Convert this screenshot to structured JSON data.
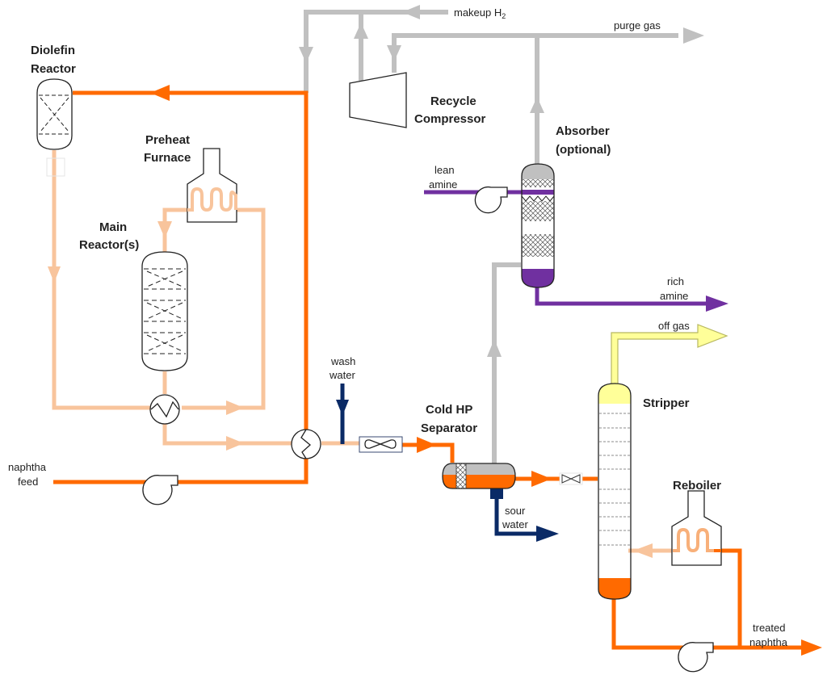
{
  "diagram": {
    "colors": {
      "hot_naphtha": "#ff6a00",
      "light_naphtha": "#f8c49c",
      "hydrogen_gas": "#c0c0c0",
      "amine": "#7030a0",
      "water": "#0a2a66",
      "off_gas": "#ffff99",
      "off_gas_outline": "#c8c870"
    },
    "equipment": {
      "diolefin_reactor": [
        "Diolefin",
        "Reactor"
      ],
      "preheat_furnace": [
        "Preheat",
        "Furnace"
      ],
      "main_reactor": [
        "Main",
        "Reactor(s)"
      ],
      "recycle_compressor": [
        "Recycle",
        "Compressor"
      ],
      "absorber": [
        "Absorber",
        "(optional)"
      ],
      "cold_hp_separator": [
        "Cold HP",
        "Separator"
      ],
      "stripper": "Stripper",
      "reboiler": "Reboiler"
    },
    "streams": {
      "makeup_h2": "makeup H",
      "makeup_h2_sub": "2",
      "purge_gas": "purge gas",
      "lean_amine": [
        "lean",
        "amine"
      ],
      "rich_amine": [
        "rich",
        "amine"
      ],
      "off_gas": "off gas",
      "wash_water": [
        "wash",
        "water"
      ],
      "naphtha_feed": [
        "naphtha",
        "feed"
      ],
      "sour_water": [
        "sour",
        "water"
      ],
      "treated_naphtha": [
        "treated",
        "naphtha"
      ]
    }
  }
}
